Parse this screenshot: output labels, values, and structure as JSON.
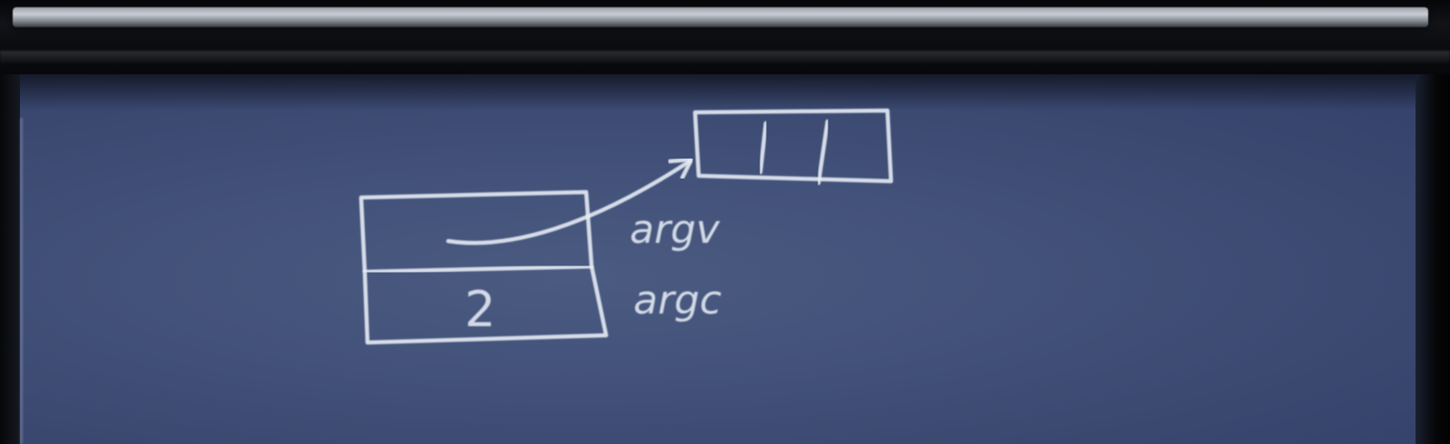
{
  "board": {
    "stack_frame": {
      "argv_label": "argv",
      "argc_label": "argc",
      "argc_value": "2"
    },
    "argv_array": {
      "cell_count": 3
    }
  },
  "colors": {
    "board": "#43527a",
    "chalk": "#e6ecf5",
    "frame": "#0b0c10"
  }
}
